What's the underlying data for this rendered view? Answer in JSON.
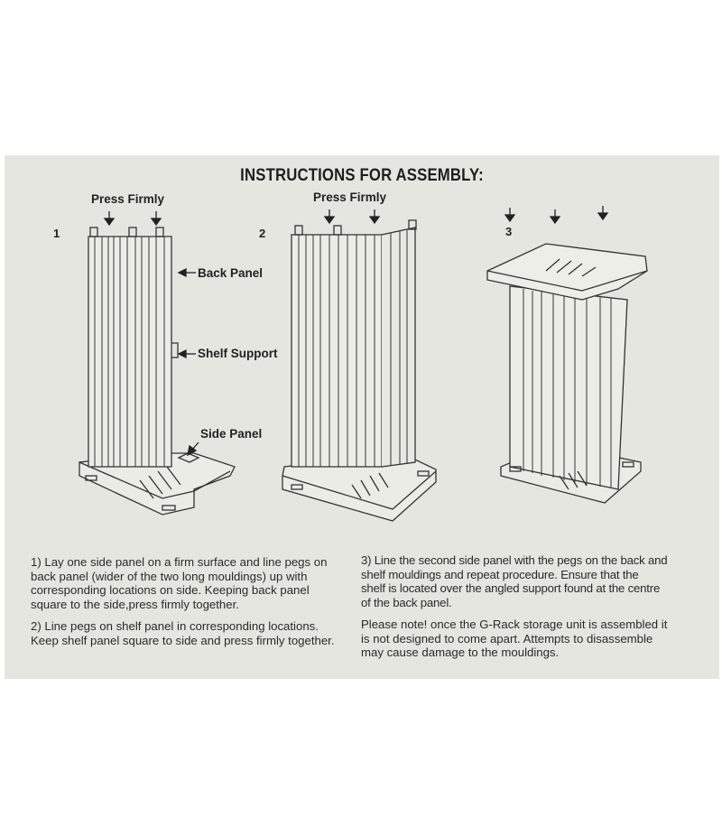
{
  "title": "INSTRUCTIONS FOR ASSEMBLY:",
  "figures": [
    {
      "number": "1",
      "press_label": "Press Firmly",
      "callouts": [
        "Back Panel",
        "Shelf Support",
        "Side Panel"
      ]
    },
    {
      "number": "2",
      "press_label": "Press Firmly"
    },
    {
      "number": "3"
    }
  ],
  "instructions": {
    "step1": [
      "1) Lay one side panel on a firm surface and line pegs on",
      "back panel (wider of the two long mouldings) up with",
      "corresponding locations on side. Keeping back panel",
      "square to the side,press firmly together."
    ],
    "step2": [
      "2) Line pegs on shelf panel in corresponding locations.",
      "Keep shelf panel square to side and press firmly together."
    ],
    "step3": [
      "3) Line the second side panel with the pegs on the back and",
      "shelf mouldings and repeat procedure. Ensure that the",
      "shelf is located over the angled support found at the centre",
      "of the back panel."
    ],
    "note": [
      "Please note! once the G-Rack storage unit is assembled it",
      "is not designed to come apart. Attempts to disassemble",
      "may cause damage to the mouldings."
    ]
  }
}
